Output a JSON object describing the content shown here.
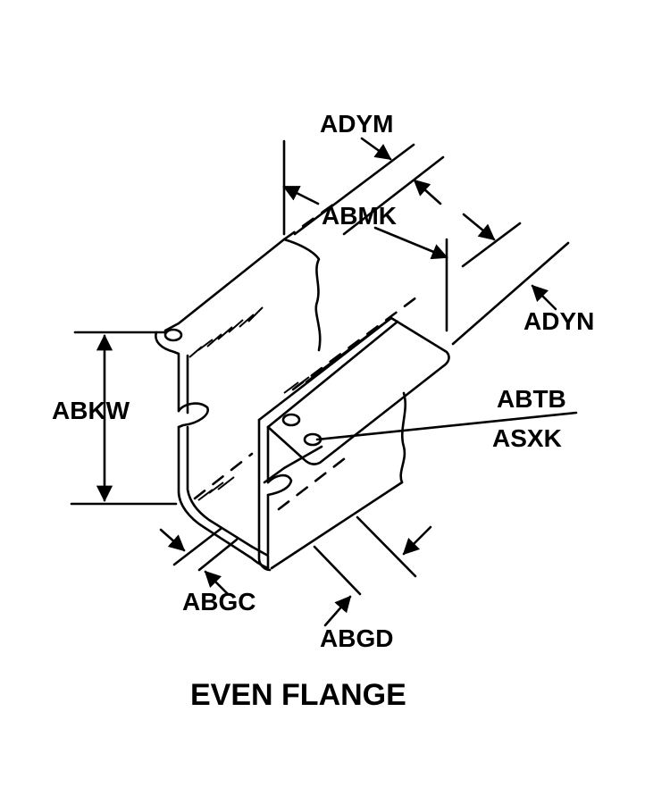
{
  "title": "EVEN FLANGE",
  "labels": {
    "adym": "ADYM",
    "abmk": "ABMK",
    "adyn": "ADYN",
    "abkw": "ABKW",
    "abtb": "ABTB",
    "asxk": "ASXK",
    "abgc": "ABGC",
    "abgd": "ABGD"
  },
  "colors": {
    "ink": "#000000",
    "background": "#ffffff"
  }
}
